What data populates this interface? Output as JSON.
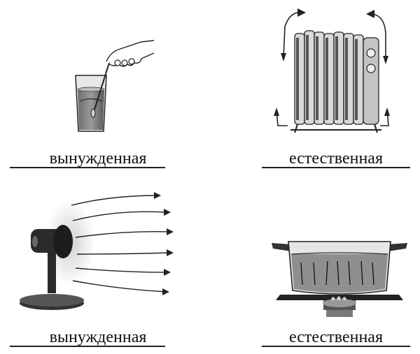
{
  "cards": [
    {
      "id": "stirring",
      "caption": "вынужденная",
      "icon": "glass-with-spoon-icon"
    },
    {
      "id": "radiator",
      "caption": "естественная",
      "icon": "oil-radiator-icon"
    },
    {
      "id": "fan",
      "caption": "вынужденная",
      "icon": "fan-blowing-icon"
    },
    {
      "id": "pot",
      "caption": "естественная",
      "icon": "boiling-pot-icon"
    }
  ]
}
